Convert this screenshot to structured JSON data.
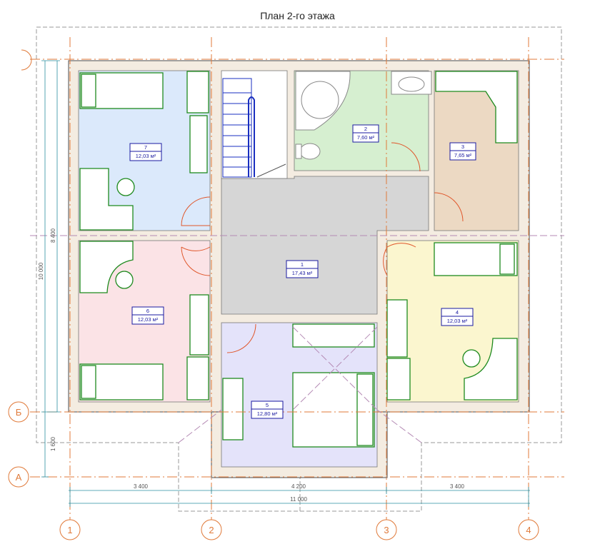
{
  "title": "План 2-го этажа",
  "rooms": [
    {
      "id": "7",
      "area": "12,03 м²",
      "color": "#dbe9fb"
    },
    {
      "id": "2",
      "area": "7,60 м²",
      "color": "#d6efd0"
    },
    {
      "id": "3",
      "area": "7,65 м²",
      "color": "#ecd9c3"
    },
    {
      "id": "1",
      "area": "17,43 м²",
      "color": "#d6d6d6"
    },
    {
      "id": "6",
      "area": "12,03 м²",
      "color": "#fbe3e6"
    },
    {
      "id": "4",
      "area": "12,03 м²",
      "color": "#fbf6cf"
    },
    {
      "id": "5",
      "area": "12,80 м²",
      "color": "#e4e3fa"
    }
  ],
  "axes": {
    "columns": [
      "1",
      "2",
      "3",
      "4"
    ],
    "rows": [
      "Б",
      "А"
    ]
  },
  "dimensions": {
    "bottom": [
      "3 400",
      "4 200",
      "3 400"
    ],
    "total": "11 000",
    "left_overall": "10 000",
    "left_inner": "8 400",
    "left_small": "1 600"
  },
  "colors": {
    "wall": "#f4ece1",
    "wall_stroke": "#6a6a6a",
    "furniture": "#1e8a1e",
    "axis": "#e07a3a",
    "dimension": "#2a8fa0",
    "label_border": "#1a1aa0",
    "door_arc": "#e0562a",
    "stairs": "#1a2fc0"
  }
}
